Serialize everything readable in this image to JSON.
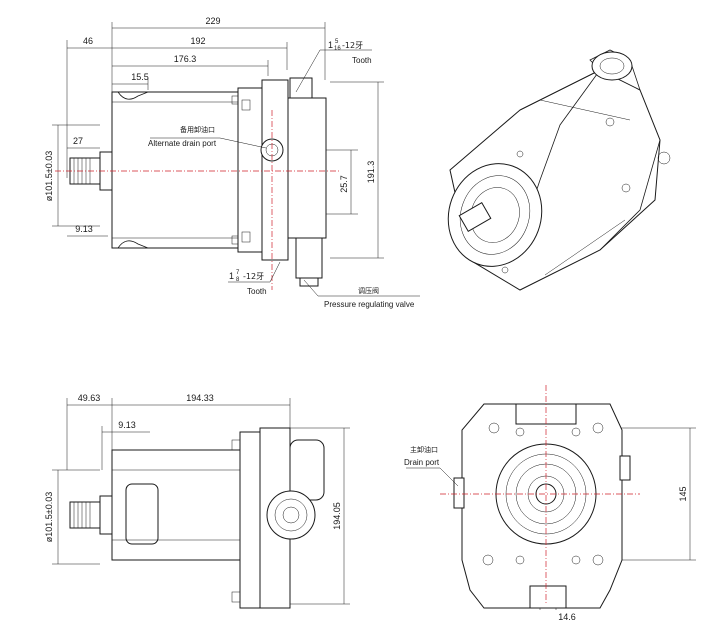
{
  "drawing": {
    "top_view": {
      "overall_length": "229",
      "body_length": "192",
      "housing_length": "176.3",
      "flange_offset": "15.5",
      "left_offset": "46",
      "shaft_length": "27",
      "shaft_step": "9.13",
      "shaft_diameter": "ø101.5±0.03",
      "height": "191.3",
      "port_offset": "25.7",
      "port_top_spec_int": "1",
      "port_top_spec_num": "5",
      "port_top_spec_den": "16",
      "port_top_spec_thread": "-12牙",
      "port_top_tooth": "Tooth",
      "port_bottom_spec_int": "1",
      "port_bottom_spec_num": "7",
      "port_bottom_spec_den": "8",
      "port_bottom_spec_thread": "-12牙",
      "port_bottom_tooth": "Tooth",
      "alt_drain_cn": "备用卸油口",
      "alt_drain_en": "Alternate drain port",
      "valve_cn": "调压阀",
      "valve_en": "Pressure regulating valve"
    },
    "side_view": {
      "left_offset": "49.63",
      "body_length": "194.33",
      "shaft_step": "9.13",
      "shaft_diameter": "ø101.5±0.03",
      "height": "194.05"
    },
    "end_view": {
      "drain_cn": "主卸油口",
      "drain_en": "Drain port",
      "height": "145",
      "bottom_offset": "14.6"
    }
  }
}
